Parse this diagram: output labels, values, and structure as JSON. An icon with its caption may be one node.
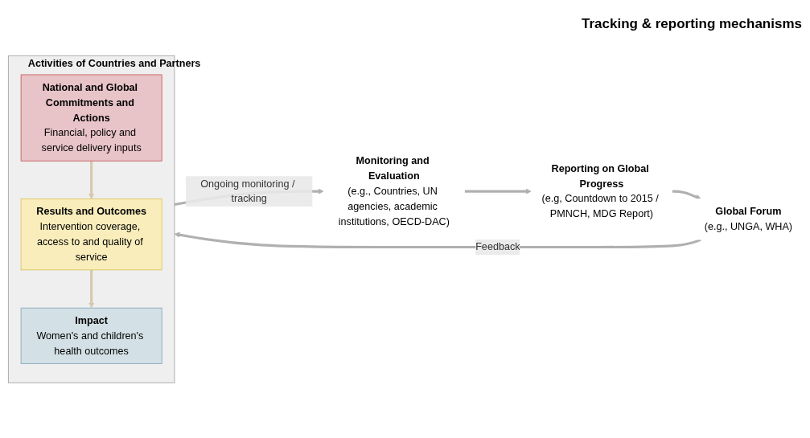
{
  "diagram": {
    "nodes": [
      {
        "text": [
          "Activities of Countries and Partners"
        ]
      },
      {
        "text": [
          "National and Global Commitments and Actions",
          "Financial, policy and service delivery inputs"
        ],
        "in": 0
      },
      {
        "text": [
          "Results and Outcomes",
          "Intervention coverage, access to and quality of service"
        ],
        "in": 0
      },
      {
        "text": [
          "Impact",
          "Women's and children's health outcomes"
        ],
        "in": 0
      },
      {
        "text": [
          "Global Forum",
          "(e.g., UNGA, WHA)"
        ]
      },
      {
        "text": [
          "Reporting on Global Progress",
          "(e.g, Countdown to 2015 / PMNCH, MDG Report)"
        ]
      },
      {
        "text": [
          "Monitoring and Evaluation",
          "(e.g., Countries, UN agencies, academic institutions, OECD-DAC)"
        ]
      }
    ],
    "edges": [
      {
        "from": 1,
        "to": 2,
        "arrow": "to",
        "color": "#d6c9ae"
      },
      {
        "from": 2,
        "to": 3,
        "arrow": "to",
        "color": "#d6c9ae"
      },
      {
        "from": 6,
        "to": 5,
        "arrow": "to"
      },
      {
        "from": 5,
        "to": 4,
        "arrow": "to"
      },
      {
        "from": 4,
        "to": 0,
        "arrow": "to",
        "label": "Feedback"
      },
      {
        "from": 0,
        "to": 6,
        "arrow": "to",
        "label": "Ongoing monitoring / tracking"
      }
    ],
    "labels": [
      "Tracking & reporting mechanisms"
    ]
  }
}
